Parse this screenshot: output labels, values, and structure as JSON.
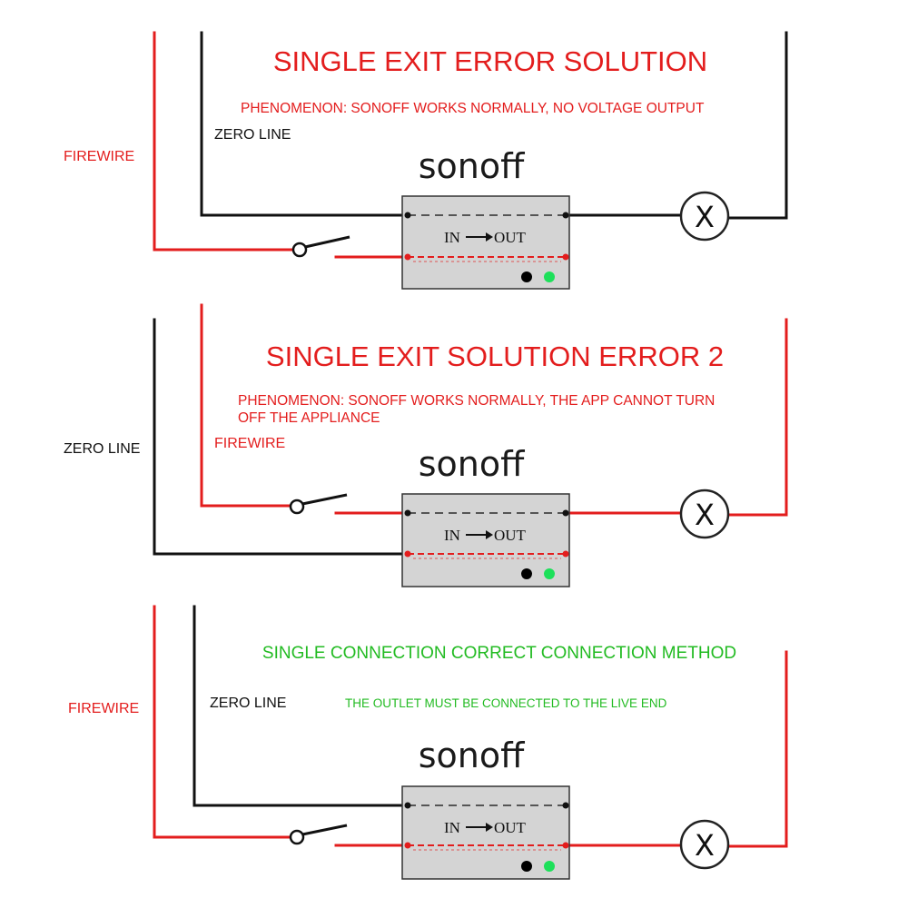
{
  "colors": {
    "live": "#e31d1d",
    "neutral": "#111111",
    "correct": "#22bb22",
    "led_power": "#000000",
    "led_status": "#1de05a"
  },
  "device": {
    "brand": "sonoff",
    "in_label": "IN",
    "out_label": "OUT",
    "lamp_symbol": "X"
  },
  "panels": [
    {
      "title": "SINGLE EXIT ERROR SOLUTION",
      "note_lines": [
        "PHENOMENON: SONOFF WORKS NORMALLY, NO VOLTAGE OUTPUT"
      ],
      "live_label": "FIREWIRE",
      "neutral_label": "ZERO LINE"
    },
    {
      "title": "SINGLE EXIT SOLUTION ERROR 2",
      "note_lines": [
        "PHENOMENON: SONOFF WORKS NORMALLY, THE APP CANNOT TURN",
        "OFF THE APPLIANCE"
      ],
      "live_label": "FIREWIRE",
      "neutral_label": "ZERO LINE"
    },
    {
      "title": "SINGLE CONNECTION CORRECT CONNECTION METHOD",
      "note_lines": [
        "THE OUTLET MUST BE CONNECTED TO THE LIVE END"
      ],
      "live_label": "FIREWIRE",
      "neutral_label": "ZERO LINE"
    }
  ]
}
